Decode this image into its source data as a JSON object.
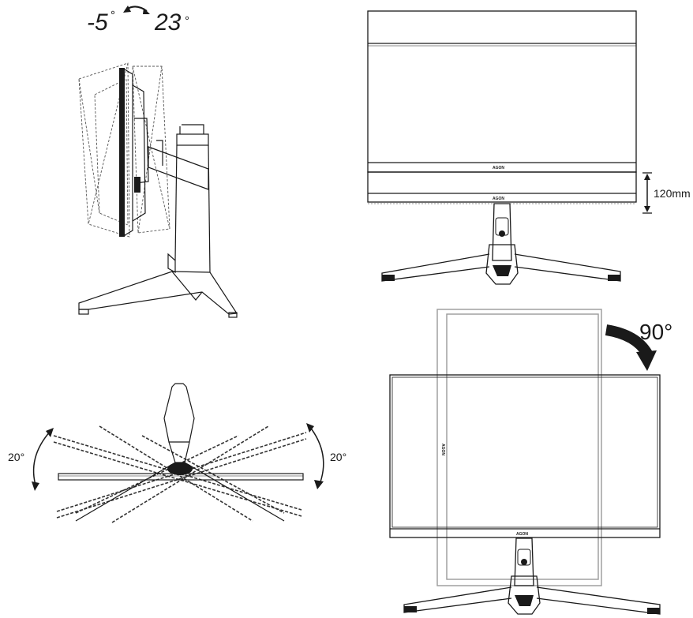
{
  "tilt": {
    "min_value": "-5",
    "max_value": "23",
    "degree_symbol": "°"
  },
  "height_adjust": {
    "value_text": "120mm"
  },
  "swivel": {
    "left_text": "20°",
    "right_text": "20°"
  },
  "pivot": {
    "angle_text": "90°"
  },
  "brand": {
    "logo_text": "AGON"
  },
  "colors": {
    "line": "#1a1a1a",
    "dashed": "#333333",
    "pivot_outline": "#9a9a9a",
    "background": "#ffffff"
  }
}
